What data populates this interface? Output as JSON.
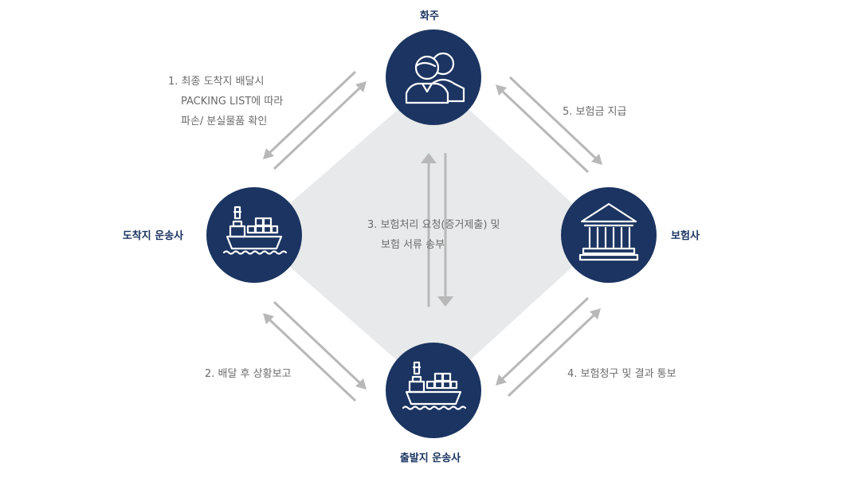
{
  "nodes": {
    "shipper": {
      "label": "화주",
      "icon": "people-icon"
    },
    "insurer": {
      "label": "보험사",
      "icon": "bank-icon"
    },
    "origin_carrier": {
      "label": "출발지 운송사",
      "icon": "ship-icon"
    },
    "destination_carrier": {
      "label": "도착지 운송사",
      "icon": "ship-icon"
    }
  },
  "steps": {
    "step1": [
      "1. 최종 도착지 배달시",
      "PACKING LIST에 따라",
      "파손/ 분실물품 확인"
    ],
    "step2": [
      "2. 배달 후 상황보고"
    ],
    "step3": [
      "3. 보험처리 요청(증거제출) 및",
      "보험 서류 송부"
    ],
    "step4": [
      "4. 보험청구 및 결과 통보"
    ],
    "step5": [
      "5. 보험금 지급"
    ]
  },
  "colors": {
    "node": "#1b3461",
    "diamond": "#e8e9ea",
    "arrow": "#b8b8b8",
    "text": "#6b6b6b"
  }
}
